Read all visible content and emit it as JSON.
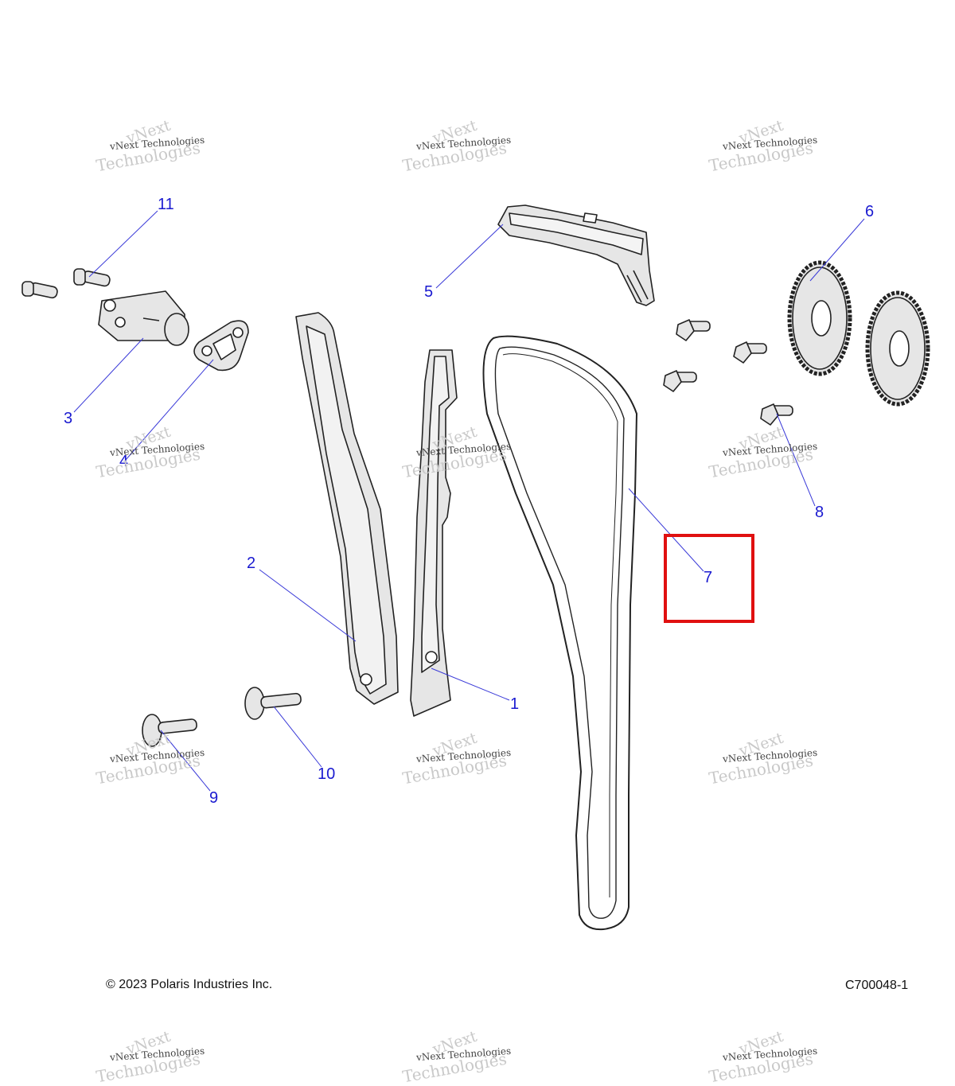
{
  "callouts": [
    {
      "id": "1",
      "label": "1"
    },
    {
      "id": "2",
      "label": "2"
    },
    {
      "id": "3",
      "label": "3"
    },
    {
      "id": "4",
      "label": "4"
    },
    {
      "id": "5",
      "label": "5"
    },
    {
      "id": "6",
      "label": "6"
    },
    {
      "id": "7",
      "label": "7"
    },
    {
      "id": "8",
      "label": "8"
    },
    {
      "id": "9",
      "label": "9"
    },
    {
      "id": "10",
      "label": "10"
    },
    {
      "id": "11",
      "label": "11"
    }
  ],
  "highlight": {
    "callout": "7",
    "color": "#e01010"
  },
  "footer": {
    "copyright": "© 2023 Polaris Industries Inc.",
    "diagram_code": "C700048-1"
  },
  "watermark": {
    "line1": "vNext",
    "line2": "vNext Technologies",
    "line3": "Technologies"
  },
  "colors": {
    "callout": "#1a1ad0",
    "part_fill": "#e6e6e6",
    "outline": "#222222",
    "leader": "#3a3ad8"
  }
}
